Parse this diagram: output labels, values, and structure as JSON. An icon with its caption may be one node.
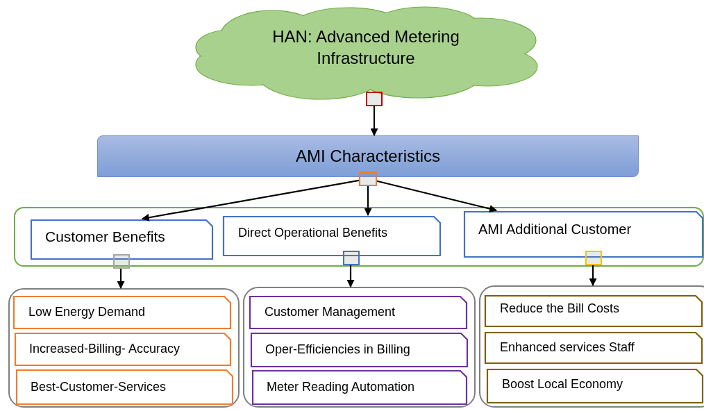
{
  "diagram": {
    "nodes": [
      {
        "text": [
          "HAN: Advanced Metering Infrastructure"
        ]
      },
      {
        "text": [],
        "shape": "box"
      },
      {
        "text": [
          "AMI Characteristics"
        ]
      },
      {
        "text": [],
        "shape": "box"
      },
      {
        "text": [],
        "shape": "box"
      },
      {
        "text": [
          "Customer Benefits"
        ],
        "in": 4
      },
      {
        "text": [
          "Direct Operational Benefits"
        ],
        "in": 4
      },
      {
        "text": [
          "AMI Additional Customer"
        ],
        "in": 4
      },
      {
        "text": [],
        "shape": "box",
        "in": 4
      },
      {
        "text": [],
        "shape": "box",
        "in": 4
      },
      {
        "text": [],
        "shape": "box",
        "in": 4
      },
      {
        "text": [],
        "shape": "box"
      },
      {
        "text": [
          "Low Energy Demand"
        ],
        "in": 11
      },
      {
        "text": [
          "Increased-Billing- Accuracy"
        ],
        "in": 11
      },
      {
        "text": [
          "Best-Customer-Services"
        ],
        "in": 11
      },
      {
        "text": [],
        "shape": "box"
      },
      {
        "text": [
          "Customer Management"
        ],
        "in": 15
      },
      {
        "text": [
          "Oper-Efficiencies in Billing"
        ],
        "in": 15
      },
      {
        "text": [
          "Meter Reading Automation"
        ],
        "in": 15
      },
      {
        "text": [],
        "shape": "box"
      },
      {
        "text": [
          "Reduce the Bill Costs"
        ],
        "in": 19
      },
      {
        "text": [
          "Enhanced services Staff"
        ],
        "in": 19
      },
      {
        "text": [
          "Boost Local Economy"
        ],
        "in": 19
      }
    ],
    "edges": [
      {
        "from": 1,
        "to": 2,
        "arrow": "to"
      },
      {
        "from": 3,
        "to": 5,
        "arrow": "to"
      },
      {
        "from": 3,
        "to": 6,
        "arrow": "to"
      },
      {
        "from": 3,
        "to": 7,
        "arrow": "to"
      },
      {
        "from": 8,
        "to": 11,
        "arrow": "to"
      },
      {
        "from": 9,
        "to": 15,
        "arrow": "to"
      },
      {
        "from": 10,
        "to": 19,
        "arrow": "to"
      }
    ]
  }
}
